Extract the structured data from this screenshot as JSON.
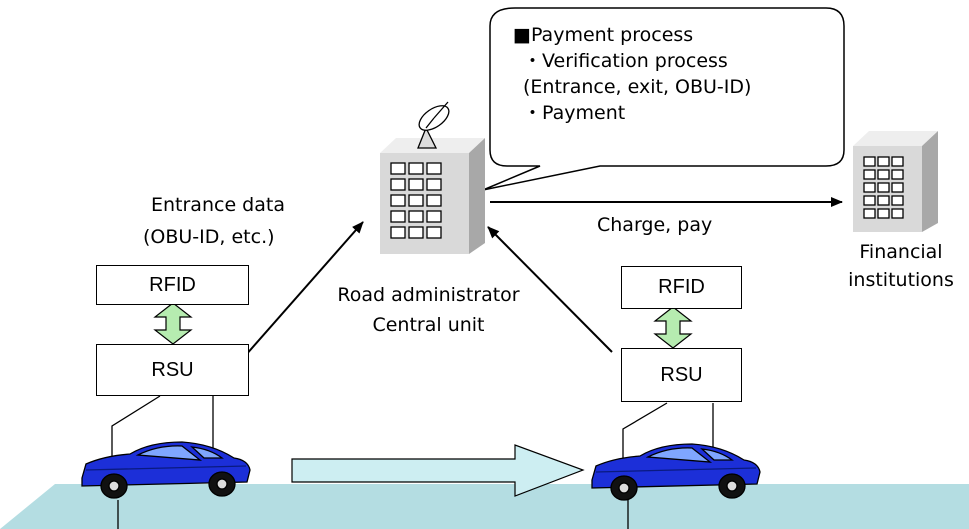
{
  "bubble": {
    "line1": "■Payment process",
    "line2": "・Verification process",
    "line3": "(Entrance, exit, OBU-ID)",
    "line4": "・Payment"
  },
  "labels": {
    "entrance_line1": "Entrance data",
    "entrance_line2": "(OBU-ID, etc.)",
    "central_line1": "Road administrator",
    "central_line2": "Central unit",
    "charge": "Charge, pay",
    "financial_line1": "Financial",
    "financial_line2": "institutions"
  },
  "left_station": {
    "rfid": "RFID",
    "rsu": "RSU"
  },
  "right_station": {
    "rfid": "RFID",
    "rsu": "RSU"
  },
  "colors": {
    "road": "#b4dde2",
    "arrow_fill": "#cdeef2",
    "car": "#1c2fd8",
    "double_arrow": "#b6ecb0",
    "building": "#d6d6d6"
  }
}
